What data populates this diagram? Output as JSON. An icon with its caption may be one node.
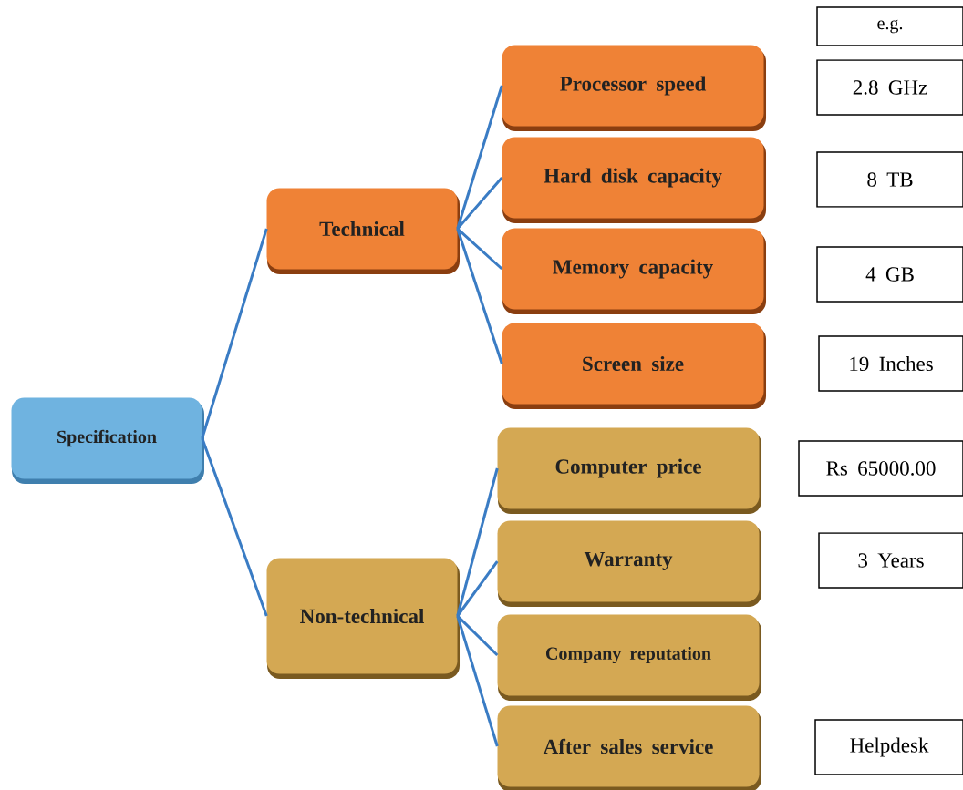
{
  "diagram": {
    "nodes": [
      {
        "text": [
          "Specification"
        ]
      },
      {
        "text": [
          "Technical"
        ]
      },
      {
        "text": [
          "Processor speed"
        ]
      },
      {
        "text": [
          "Hard disk capacity"
        ]
      },
      {
        "text": [
          "Memory capacity"
        ]
      },
      {
        "text": [
          "Screen size"
        ]
      },
      {
        "text": [
          "Non-technical"
        ]
      },
      {
        "text": [
          "Computer price"
        ]
      },
      {
        "text": [
          "Warranty"
        ]
      },
      {
        "text": [
          "Company reputation"
        ]
      },
      {
        "text": [
          "After sales service"
        ]
      },
      {
        "text": [
          "e.g."
        ]
      },
      {
        "text": [
          "2.8 GHz"
        ]
      },
      {
        "text": [
          "8 TB"
        ]
      },
      {
        "text": [
          "4 GB"
        ]
      },
      {
        "text": [
          "19 Inches"
        ]
      },
      {
        "text": [
          "Rs 65000.00"
        ]
      },
      {
        "text": [
          "3 Years"
        ]
      },
      {
        "text": [
          "Helpdesk"
        ]
      }
    ],
    "edges": [
      {
        "from": 0,
        "to": 1,
        "arrow": "none"
      },
      {
        "from": 0,
        "to": 6,
        "arrow": "none"
      },
      {
        "from": 1,
        "to": 2,
        "arrow": "none"
      },
      {
        "from": 1,
        "to": 3,
        "arrow": "none"
      },
      {
        "from": 1,
        "to": 4,
        "arrow": "none"
      },
      {
        "from": 1,
        "to": 5,
        "arrow": "none"
      },
      {
        "from": 6,
        "to": 7,
        "arrow": "none"
      },
      {
        "from": 6,
        "to": 8,
        "arrow": "none"
      },
      {
        "from": 6,
        "to": 9,
        "arrow": "none"
      },
      {
        "from": 6,
        "to": 10,
        "arrow": "none"
      }
    ]
  }
}
